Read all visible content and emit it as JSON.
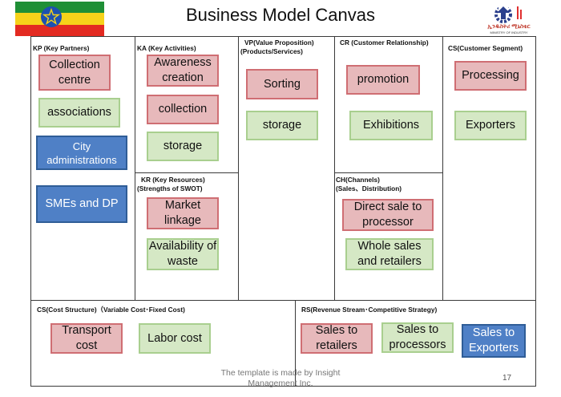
{
  "header": {
    "title": "Business Model Canvas",
    "logo_text": "ኢንዱስትሪ ሚኒስቴር",
    "logo_subtext": "MINISTRY OF INDUSTRY"
  },
  "sections": {
    "kp": "KP  (Key Partners)",
    "ka": "KA  (Key Activities)",
    "vp_line1": "VP(Value Proposition)",
    "vp_line2": "(Products/Services)",
    "cr": "CR  (Customer Relationship)",
    "cs_segment": "CS(Customer Segment)",
    "kr_line1": "KR  (Key Resources)",
    "kr_line2": "(Strengths of SWOT)",
    "ch_line1": "CH(Channels)",
    "ch_line2": "(Sales、Distribution)",
    "cs_cost": "CS(Cost Structure)（Variable Cost･Fixed Cost)",
    "rs": "RS(Revenue Stream･Competitive Strategy)"
  },
  "cards": {
    "collection_centre": "Collection centre",
    "associations": "associations",
    "city_administrations": "City administrations",
    "smes_dp": "SMEs and DP",
    "awareness_creation": "Awareness creation",
    "collection": "collection",
    "storage_ka": "storage",
    "sorting": "Sorting",
    "storage_vp": "storage",
    "promotion": "promotion",
    "exhibitions": "Exhibitions",
    "processing": "Processing",
    "exporters": "Exporters",
    "market_linkage": "Market linkage",
    "availability_waste": "Availability of waste",
    "direct_sale": "Direct sale to processor",
    "whole_sales": "Whole sales and retailers",
    "transport_cost": "Transport cost",
    "labor_cost": "Labor cost",
    "sales_retailers": "Sales to retailers",
    "sales_processors": "Sales to processors",
    "sales_exporters": "Sales to Exporters"
  },
  "footer": {
    "credit": "The template is made by Insight Management Inc.",
    "page_number": "17"
  },
  "colors": {
    "pink_fill": "#e7b9bb",
    "green_fill": "#d5e8c5",
    "blue_fill": "#4f80c6"
  }
}
